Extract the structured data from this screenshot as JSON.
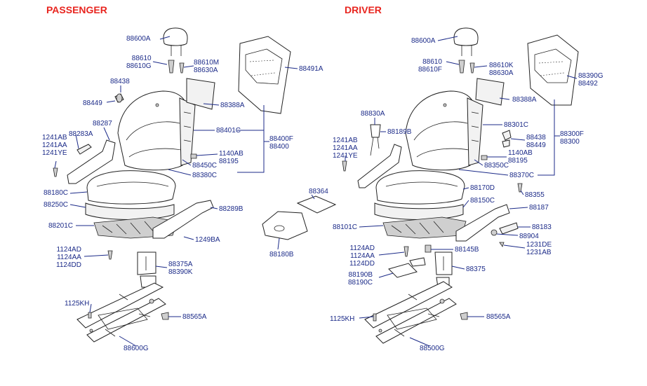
{
  "headings": {
    "passenger": "PASSENGER",
    "driver": "DRIVER"
  },
  "passenger": {
    "l_88600A": "88600A",
    "l_88610_88610G": "88610\n88610G",
    "l_88610M_88630A": "88610M\n88630A",
    "l_88491A": "88491A",
    "l_88438": "88438",
    "l_88449": "88449",
    "l_88388A": "88388A",
    "l_88287": "88287",
    "l_1241AB_AA_YE": "1241AB\n1241AA\n1241YE",
    "l_88283A": "88283A",
    "l_88401C": "88401C",
    "l_88400F_88400": "88400F\n88400",
    "l_1140AB_88195": "1140AB\n88195",
    "l_88450C": "88450C",
    "l_88380C": "88380C",
    "l_88180C": "88180C",
    "l_88250C": "88250C",
    "l_88289B": "88289B",
    "l_88201C": "88201C",
    "l_1249BA": "1249BA",
    "l_1124AD_AA_DD": "1124AD\n1124AA\n1124DD",
    "l_88375A_88390K": "88375A\n88390K",
    "l_1125KH": "1125KH",
    "l_88565A": "88565A",
    "l_88600G": "88600G",
    "l_88364": "88364",
    "l_88180B": "88180B"
  },
  "driver": {
    "l_88600A": "88600A",
    "l_88610_88610F": "88610\n88610F",
    "l_88610K_88630A": "88610K\n88630A",
    "l_88390G_88492": "88390G\n88492",
    "l_88388A": "88388A",
    "l_88830A": "88830A",
    "l_88189B": "88189B",
    "l_1241AB_AA_YE": "1241AB\n1241AA\n1241YE",
    "l_88301C": "88301C",
    "l_88300F_88300": "88300F\n88300",
    "l_88438_88449": "88438\n88449",
    "l_1140AB_88195": "1140AB\n88195",
    "l_88350C": "88350C",
    "l_88370C": "88370C",
    "l_88170D": "88170D",
    "l_88355": "88355",
    "l_88150C": "88150C",
    "l_88187": "88187",
    "l_88101C": "88101C",
    "l_88183": "88183",
    "l_88904": "88904",
    "l_1231DE_AB": "1231DE\n1231AB",
    "l_1124AD_AA_DD": "1124AD\n1124AA\n1124DD",
    "l_88145B": "88145B",
    "l_88375": "88375",
    "l_88190B_88190C": "88190B\n88190C",
    "l_1125KH": "1125KH",
    "l_88565A": "88565A",
    "l_88500G": "88500G"
  }
}
